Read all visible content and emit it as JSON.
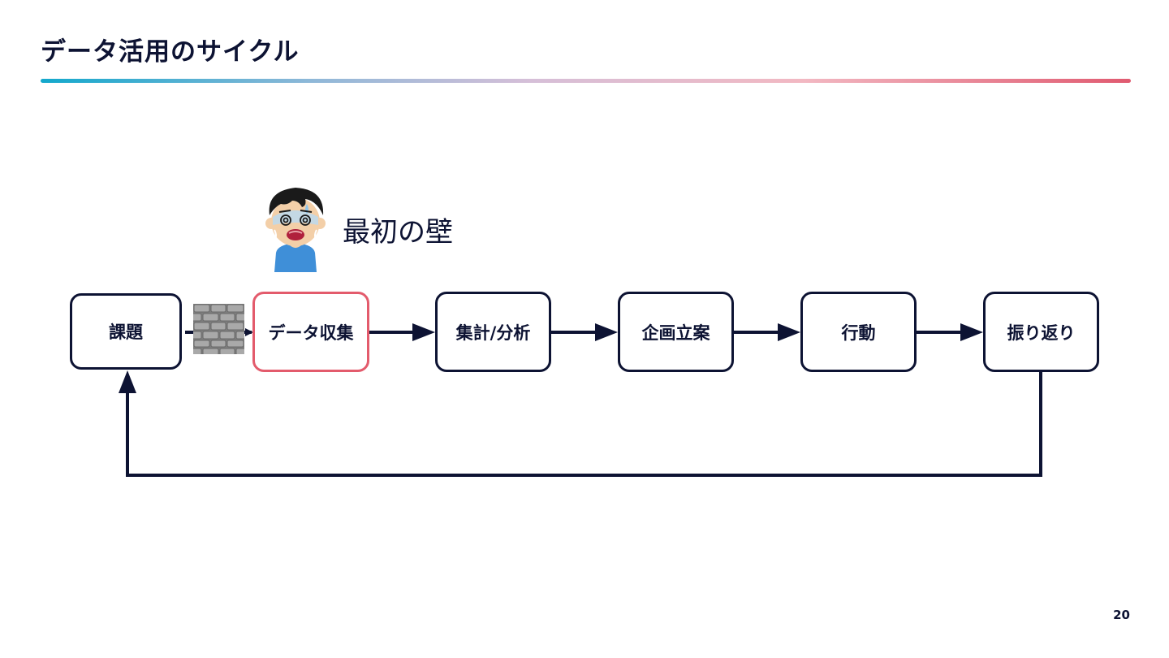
{
  "slide": {
    "title": "データ活用のサイクル",
    "page_number": "20"
  },
  "callout": {
    "text": "最初の壁"
  },
  "cycle": {
    "steps": [
      {
        "label": "課題"
      },
      {
        "label": "データ収集"
      },
      {
        "label": "集計/分析"
      },
      {
        "label": "企画立案"
      },
      {
        "label": "行動"
      },
      {
        "label": "振り返り"
      }
    ],
    "highlighted_step": "データ収集"
  },
  "colors": {
    "ink": "#0d1333",
    "highlight": "#e35b6c",
    "wall_stone": "#9a9a9a",
    "person_shirt": "#3f8fd8",
    "person_skin": "#f3cfa8"
  },
  "icons": [
    "stone-wall-icon",
    "anxious-person-icon"
  ]
}
